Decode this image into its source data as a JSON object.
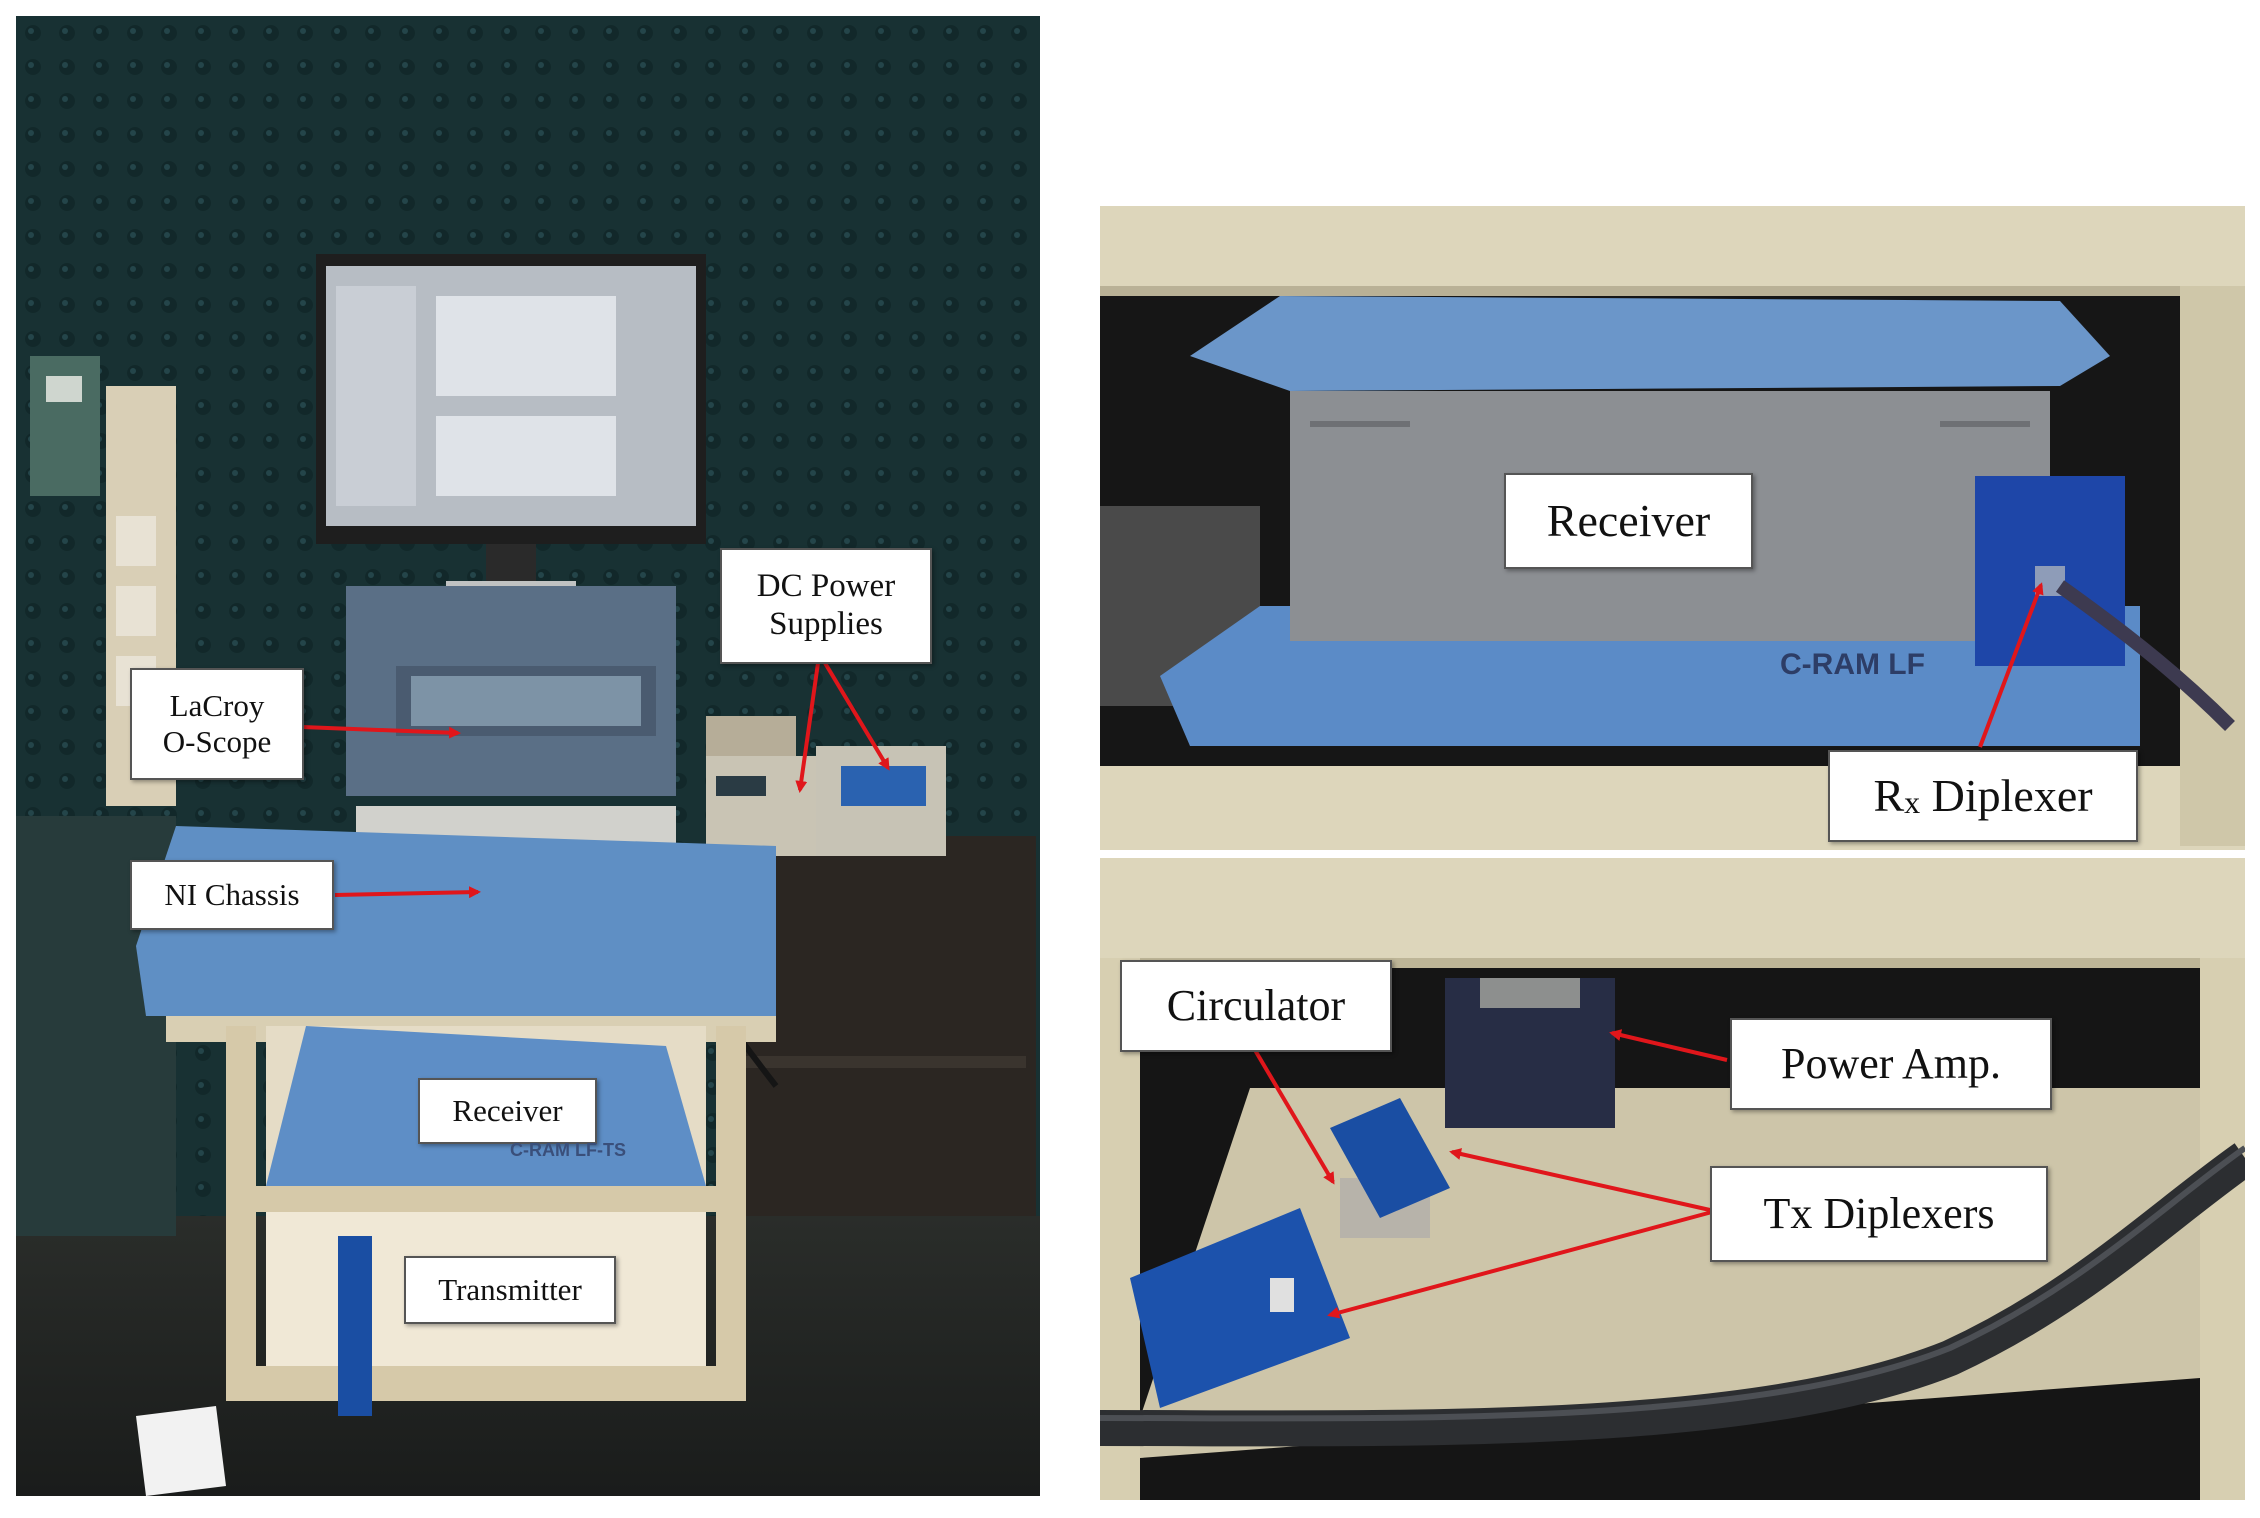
{
  "figure": {
    "left_panel": {
      "labels": {
        "lacroy": "LaCroy\nO-Scope",
        "dc_power": "DC Power\nSupplies",
        "ni_chassis": "NI Chassis",
        "receiver": "Receiver",
        "transmitter": "Transmitter"
      },
      "embedded_text": {
        "shelf_stamp": "C-RAM LF-TS"
      }
    },
    "top_right_panel": {
      "labels": {
        "receiver": "Receiver",
        "rx_diplexer_main": "R",
        "rx_diplexer_sub": "x",
        "rx_diplexer_rest": " Diplexer"
      },
      "embedded_text": {
        "foam_stamp": "C-RAM LF"
      }
    },
    "bottom_right_panel": {
      "labels": {
        "circulator": "Circulator",
        "power_amp": "Power Amp.",
        "tx_diplexers": "Tx Diplexers"
      }
    },
    "colors": {
      "arrow": "#e0161b",
      "anechoic_wall": "#1e3a3e",
      "foam_blue": "#5f8fc4",
      "shelf_beige": "#d8ccb0",
      "component_blue": "#1a4ea3"
    }
  }
}
